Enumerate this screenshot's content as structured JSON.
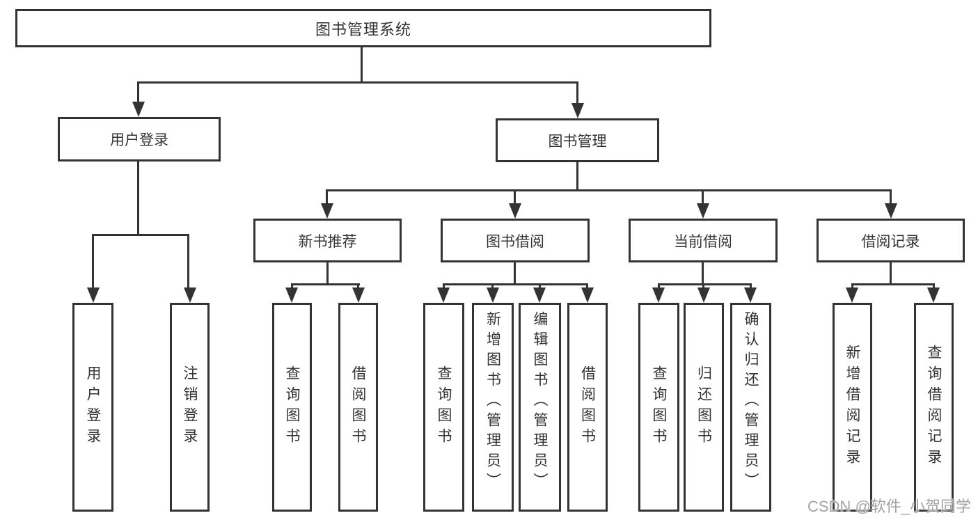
{
  "diagram": {
    "type": "hierarchy-tree",
    "nodes": {
      "root": "图书管理系统",
      "user_login": "用户登录",
      "book_mgmt": "图书管理",
      "new_book_rec": "新书推荐",
      "book_borrow": "图书借阅",
      "current_borrow": "当前借阅",
      "borrow_records": "借阅记录",
      "ul_user_login": "用户登录",
      "ul_logout": "注销登录",
      "nb_query_book": "查询图书",
      "nb_borrow_book": "借阅图书",
      "bb_query_book": "查询图书",
      "bb_add_book": "新增图书（管理员）",
      "bb_edit_book": "编辑图书（管理员）",
      "bb_borrow_book": "借阅图书",
      "cb_query_book": "查询图书",
      "cb_return_book": "归还图书",
      "cb_confirm_return": "确认归还（管理员）",
      "br_add_record": "新增借阅记录",
      "br_query_record": "查询借阅记录"
    },
    "edges": [
      [
        "root",
        "user_login"
      ],
      [
        "root",
        "book_mgmt"
      ],
      [
        "user_login",
        "ul_user_login"
      ],
      [
        "user_login",
        "ul_logout"
      ],
      [
        "book_mgmt",
        "new_book_rec"
      ],
      [
        "book_mgmt",
        "book_borrow"
      ],
      [
        "book_mgmt",
        "current_borrow"
      ],
      [
        "book_mgmt",
        "borrow_records"
      ],
      [
        "new_book_rec",
        "nb_query_book"
      ],
      [
        "new_book_rec",
        "nb_borrow_book"
      ],
      [
        "book_borrow",
        "bb_query_book"
      ],
      [
        "book_borrow",
        "bb_add_book"
      ],
      [
        "book_borrow",
        "bb_edit_book"
      ],
      [
        "book_borrow",
        "bb_borrow_book"
      ],
      [
        "current_borrow",
        "cb_query_book"
      ],
      [
        "current_borrow",
        "cb_return_book"
      ],
      [
        "current_borrow",
        "cb_confirm_return"
      ],
      [
        "borrow_records",
        "br_add_record"
      ],
      [
        "borrow_records",
        "br_query_record"
      ]
    ],
    "colors": {
      "line": "#333333",
      "text": "#333333",
      "background": "#ffffff",
      "watermark": "#a3a3a3"
    }
  },
  "watermark": "CSDN @软件_小贺同学"
}
